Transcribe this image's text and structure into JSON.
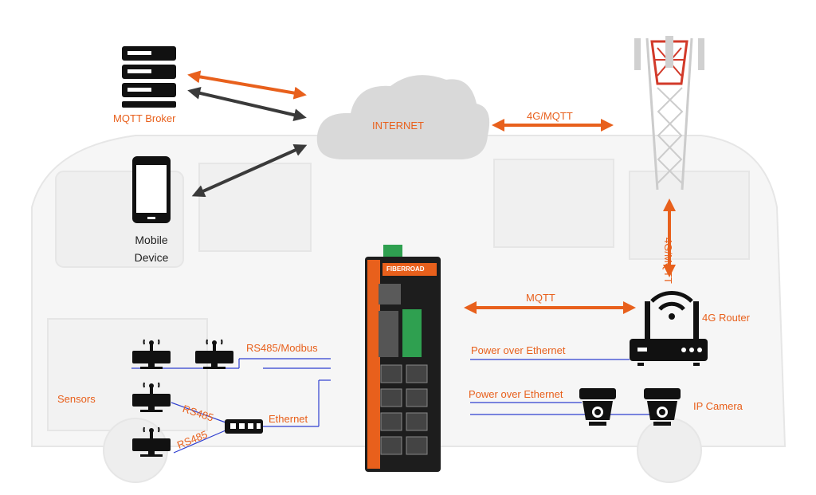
{
  "colors": {
    "accent": "#e8601c",
    "dark_arrow": "#3a3a3a",
    "icon": "#111111",
    "link_line": "#2f3fd0",
    "cloud": "#d9d9d9",
    "bus_ghost": "#ececec"
  },
  "nodes": {
    "mqtt_broker": {
      "label": "MQTT Broker",
      "icon": "server-rack-icon"
    },
    "mobile": {
      "label_line1": "Mobile",
      "label_line2": "Device",
      "icon": "smartphone-icon"
    },
    "internet": {
      "label": "INTERNET",
      "icon": "cloud-icon"
    },
    "tower": {
      "icon": "cell-tower-icon"
    },
    "router": {
      "label": "4G Router",
      "icon": "wifi-router-icon"
    },
    "switch": {
      "brand": "FIBERROAD",
      "icon": "industrial-switch-icon"
    },
    "ip_camera": {
      "label": "IP Camera",
      "icon": "dome-camera-icon"
    },
    "sensors": {
      "label": "Sensors",
      "icon": "wireless-sensor-icon"
    },
    "serial_hub": {
      "label": "Ethernet",
      "icon": "serial-converter-icon"
    }
  },
  "links": {
    "cloud_tower": "4G/MQTT",
    "tower_router": "4G/MQTT",
    "router_switch": "MQTT",
    "rs485_modbus": "RS485/Modbus",
    "rs485_a": "RS485",
    "rs485_b": "RS485",
    "poe_router": "Power over Ethernet",
    "poe_camera": "Power over Ethernet"
  }
}
